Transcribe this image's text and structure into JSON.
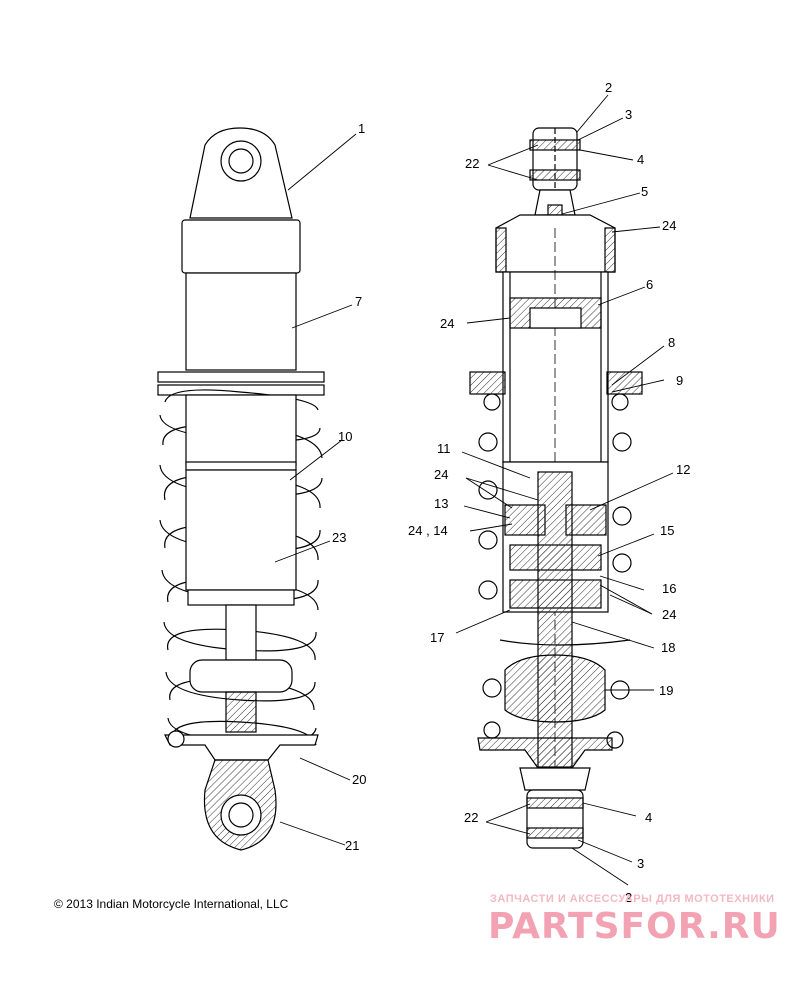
{
  "copyright": "© 2013 Indian Motorcycle International, LLC",
  "watermark": {
    "line1": "ЗАПЧАСТИ И АКСЕССУАРЫ ДЛЯ МОТОТЕХНИКИ",
    "line2": "PARTSFOR.RU"
  },
  "callouts": {
    "c1": "1",
    "c7": "7",
    "c10": "10",
    "c23": "23",
    "c20": "20",
    "c21": "21",
    "c2_top": "2",
    "c3_top": "3",
    "c4_top": "4",
    "c22_top": "22",
    "c5": "5",
    "c24_a": "24",
    "c6": "6",
    "c24_b": "24",
    "c8": "8",
    "c9": "9",
    "c11": "11",
    "c24_c": "24",
    "c12": "12",
    "c13": "13",
    "c24_14": "24 , 14",
    "c15": "15",
    "c16": "16",
    "c24_d": "24",
    "c17": "17",
    "c18": "18",
    "c19": "19",
    "c4_bot": "4",
    "c22_bot": "22",
    "c3_bot": "3",
    "c2_bot": "2"
  },
  "colors": {
    "line": "#000000",
    "hatch": "#555555",
    "watermark": "#f2a2b2"
  }
}
